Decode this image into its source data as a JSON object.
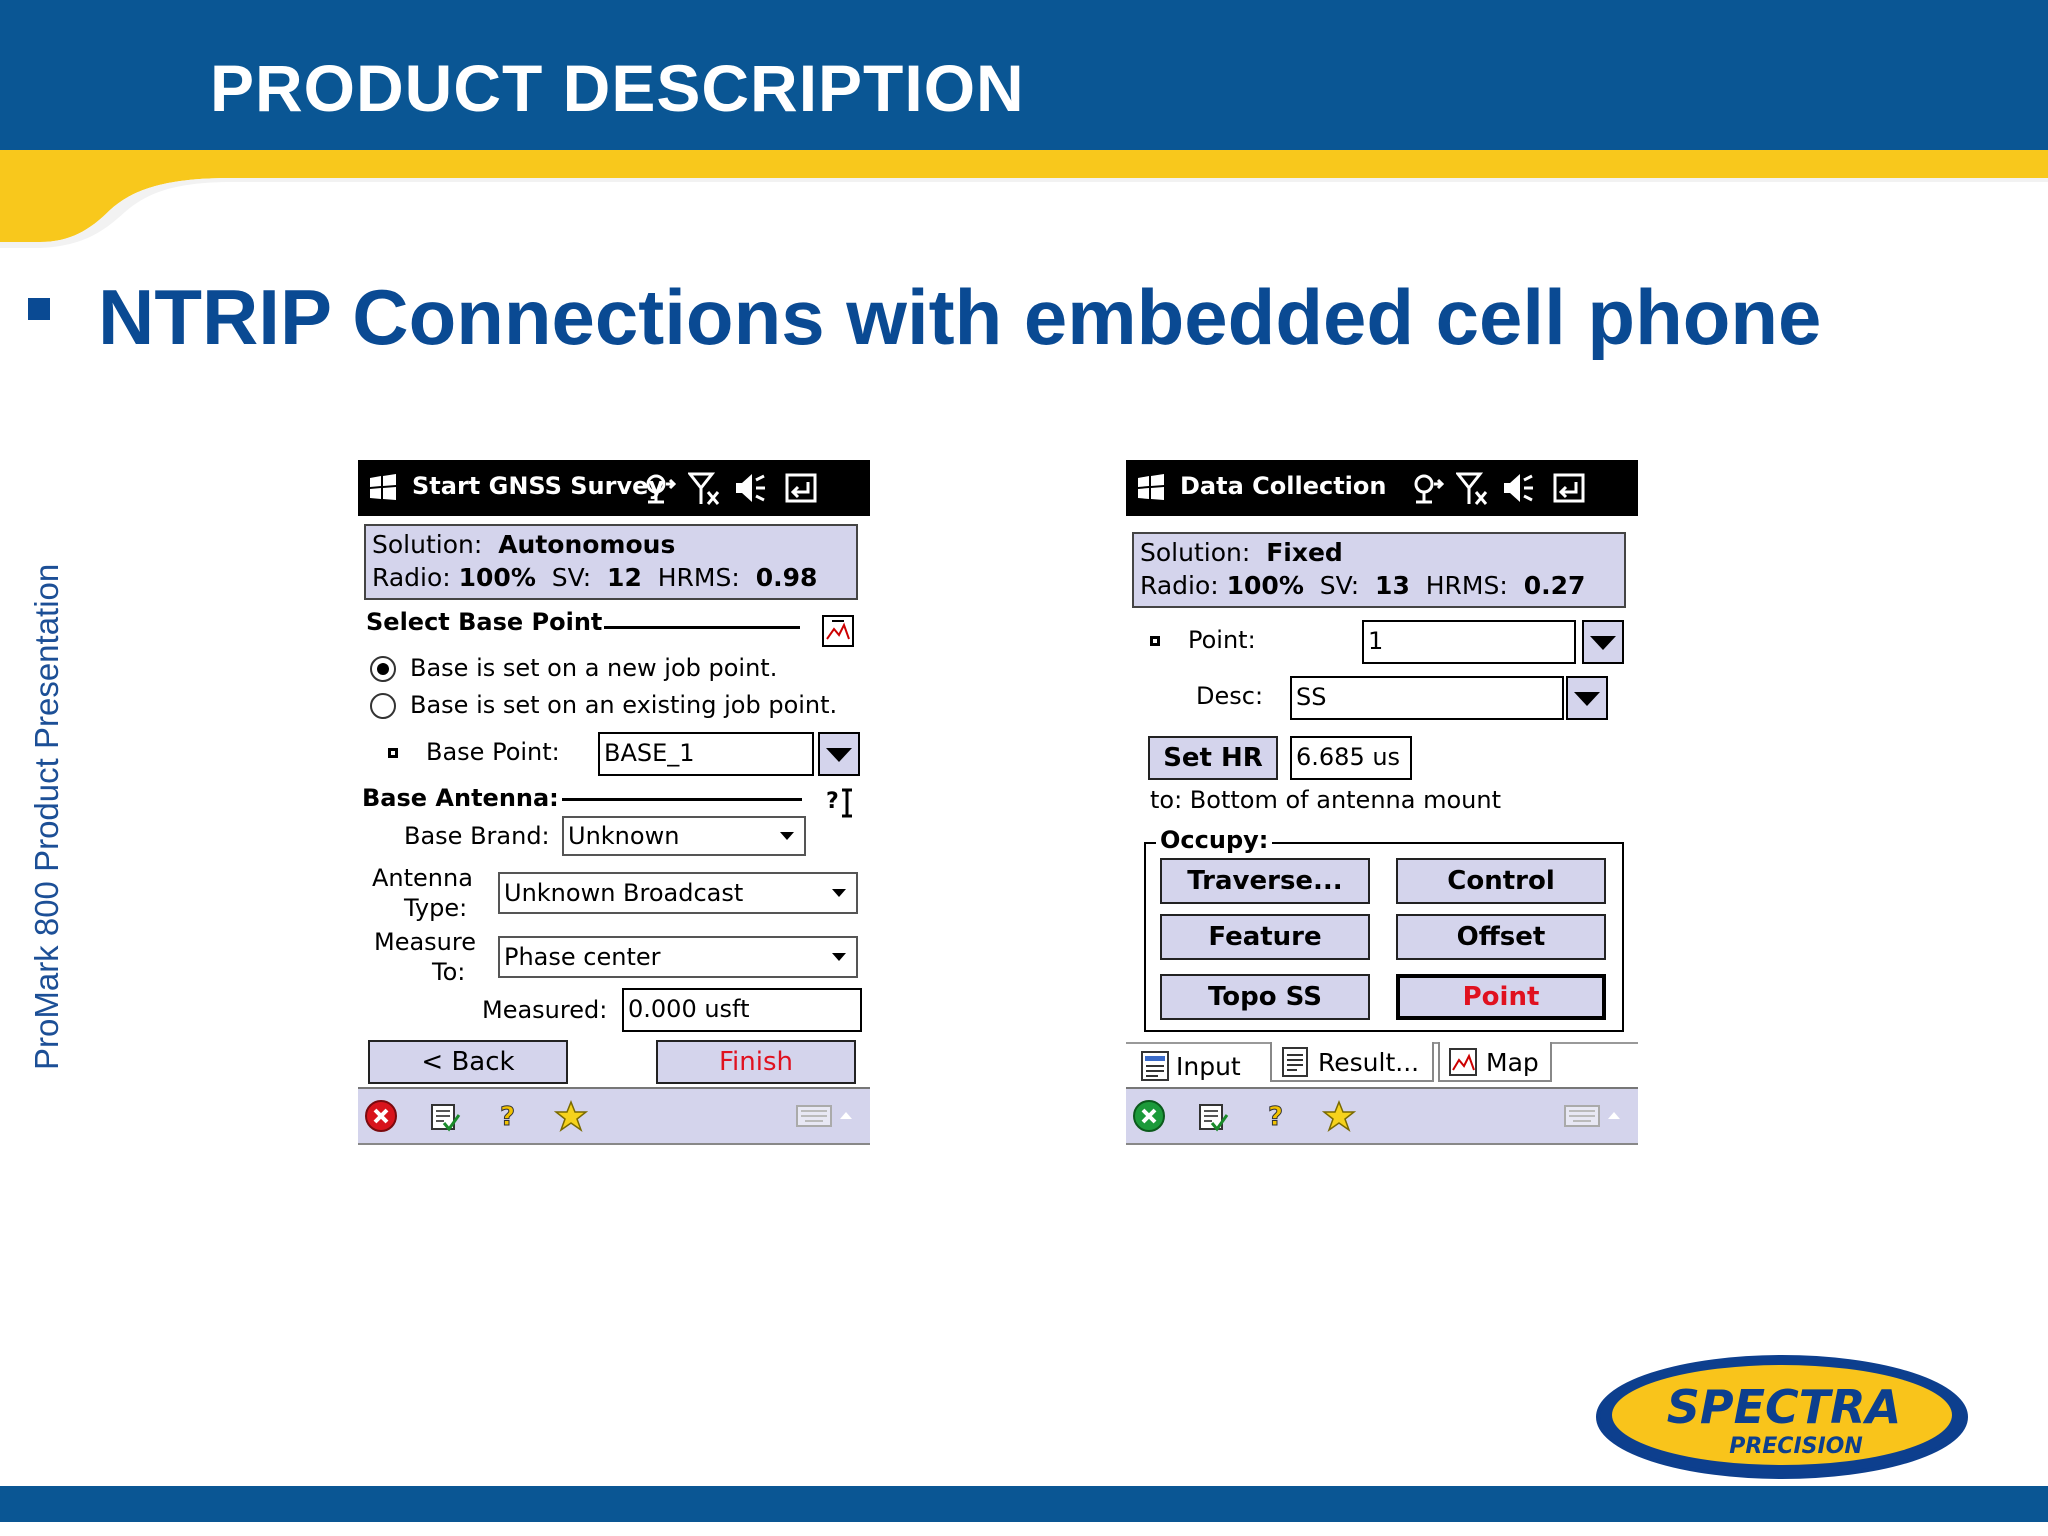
{
  "slide": {
    "title": "PRODUCT DESCRIPTION",
    "bullet": "NTRIP Connections with embedded cell phone",
    "side_text": "ProMark 800 Product Presentation",
    "logo_main": "SPECTRA",
    "logo_sub": "PRECISION"
  },
  "colors": {
    "brand_blue": "#0a5694",
    "accent_yellow": "#f8c81c",
    "screen_lavender": "#d4d4ec",
    "finish_red": "#e0111f"
  },
  "left_screen": {
    "title": "Start GNSS Survey",
    "status": {
      "solution_label": "Solution:",
      "solution_value": "Autonomous",
      "radio_label": "Radio:",
      "radio_value": "100%",
      "sv_label": "SV:",
      "sv_value": "12",
      "hrms_label": "HRMS:",
      "hrms_value": "0.98"
    },
    "select_base_point": "Select Base Point",
    "radio_new": "Base is set on a new job point.",
    "radio_existing": "Base is set on an existing job point.",
    "base_point_label": "Base Point:",
    "base_point_value": "BASE_1",
    "base_antenna": "Base Antenna:",
    "base_brand_label": "Base Brand:",
    "base_brand_value": "Unknown",
    "antenna_type_label_1": "Antenna",
    "antenna_type_label_2": "Type:",
    "antenna_type_value": "Unknown Broadcast",
    "measure_to_label_1": "Measure",
    "measure_to_label_2": "To:",
    "measure_to_value": "Phase center",
    "measured_label": "Measured:",
    "measured_value": "0.000 usft",
    "back_button": "< Back",
    "finish_button": "Finish"
  },
  "right_screen": {
    "title": "Data Collection",
    "status": {
      "solution_label": "Solution:",
      "solution_value": "Fixed",
      "radio_label": "Radio:",
      "radio_value": "100%",
      "sv_label": "SV:",
      "sv_value": "13",
      "hrms_label": "HRMS:",
      "hrms_value": "0.27"
    },
    "point_label": "Point:",
    "point_value": "1",
    "desc_label": "Desc:",
    "desc_value": "SS",
    "set_hr_button": "Set HR",
    "hr_value": "6.685 us",
    "to_text": "to: Bottom of antenna mount",
    "occupy_label": "Occupy:",
    "buttons": {
      "traverse": "Traverse...",
      "control": "Control",
      "feature": "Feature",
      "offset": "Offset",
      "topo_ss": "Topo SS",
      "point": "Point"
    },
    "tabs": {
      "input": "Input",
      "result": "Result...",
      "map": "Map"
    }
  }
}
